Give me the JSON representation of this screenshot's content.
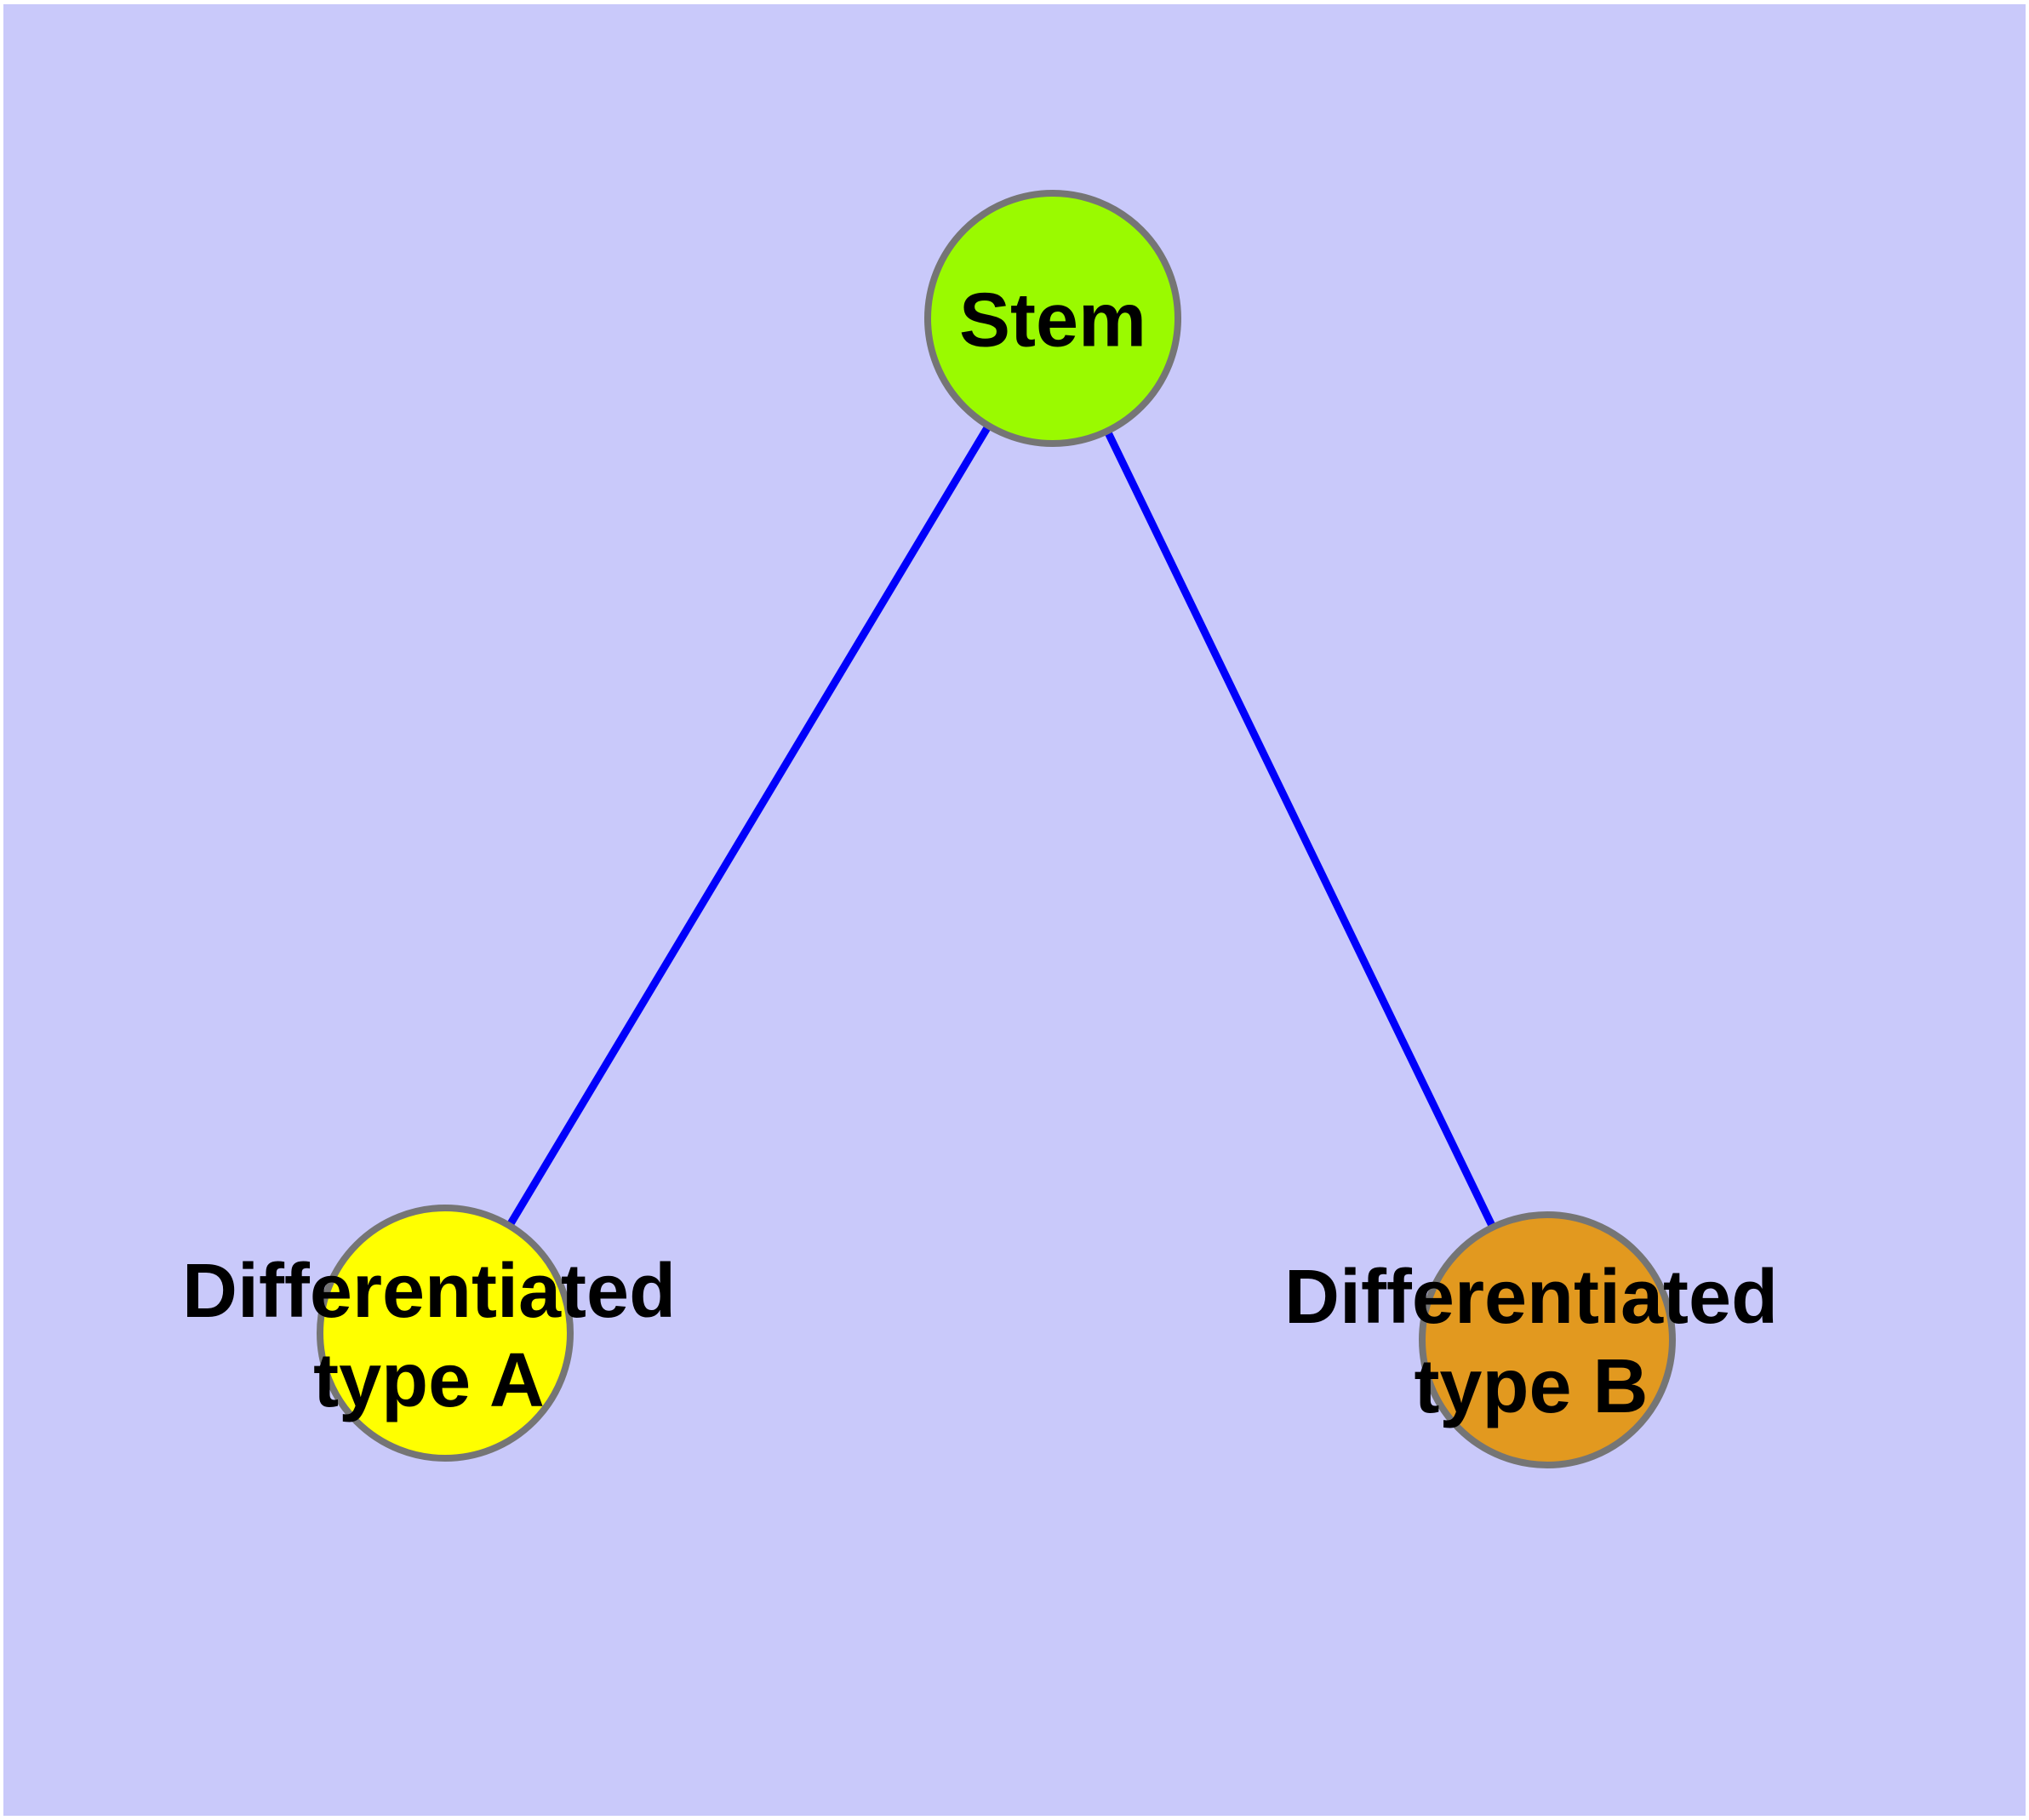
{
  "figure": {
    "type": "graph-diagram",
    "description": "Cell differentiation hierarchy: one stem node connected to two differentiated cell type nodes",
    "background_color": "#C9C9FA",
    "outer_margin_color": "#FFFFFF",
    "edge_color": "#0000FA",
    "node_border_color": "#757575",
    "label_color": "#000000"
  },
  "nodes": {
    "stem": {
      "label": "Stem",
      "fill": "#9AFA00"
    },
    "type_a": {
      "label_line1": "Differentiated",
      "label_line2": "type A",
      "fill": "#FFFF00"
    },
    "type_b": {
      "label_line1": "Differentiated",
      "label_line2": "type B",
      "fill": "#E2991F"
    }
  },
  "edges": [
    {
      "from": "stem",
      "to": "type_a"
    },
    {
      "from": "stem",
      "to": "type_b"
    }
  ]
}
